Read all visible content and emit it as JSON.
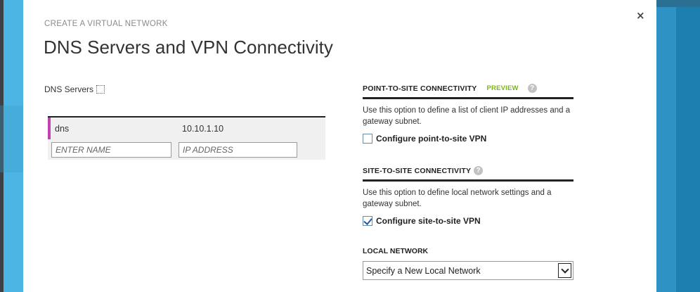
{
  "dialog": {
    "subtitle": "CREATE A VIRTUAL NETWORK",
    "title": "DNS Servers and VPN Connectivity",
    "close_glyph": "×"
  },
  "dns": {
    "label": "DNS Servers",
    "entries": [
      {
        "name": "dns",
        "ip": "10.10.1.10"
      }
    ],
    "name_placeholder": "ENTER NAME",
    "ip_placeholder": "IP ADDRESS"
  },
  "point_to_site": {
    "heading": "POINT-TO-SITE CONNECTIVITY",
    "badge": "PREVIEW",
    "help_glyph": "?",
    "description": "Use this option to define a list of client IP addresses and a gateway subnet.",
    "checkbox_label": "Configure point-to-site VPN",
    "checked": false
  },
  "site_to_site": {
    "heading": "SITE-TO-SITE CONNECTIVITY",
    "help_glyph": "?",
    "description": "Use this option to define local network settings and a gateway subnet.",
    "checkbox_label": "Configure site-to-site VPN",
    "checked": true
  },
  "local_network": {
    "label": "LOCAL NETWORK",
    "selected": "Specify a New Local Network"
  },
  "colors": {
    "accent_left": "#4cb5e3",
    "accent_right": "#2e93c4",
    "row_marker": "#c142b0",
    "preview_badge": "#7ab51d"
  }
}
